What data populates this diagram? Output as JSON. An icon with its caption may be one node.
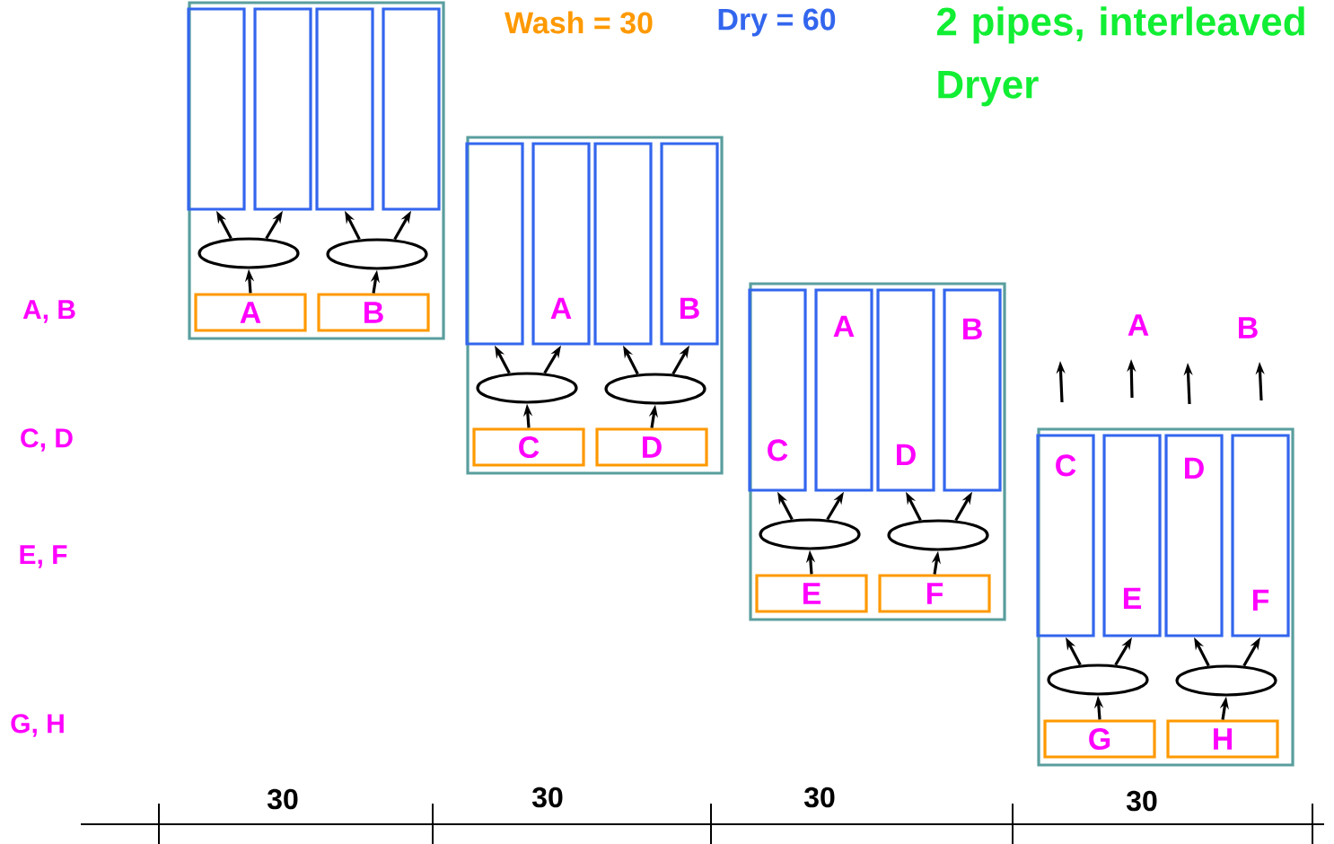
{
  "diagram": {
    "nodes": [
      {
        "text": [],
        "shape": "box"
      },
      {
        "text": [],
        "shape": "box",
        "in": 0
      },
      {
        "text": [],
        "shape": "box",
        "in": 0
      },
      {
        "text": [],
        "shape": "box",
        "in": 0
      },
      {
        "text": [],
        "shape": "box",
        "in": 0
      },
      {
        "text": [],
        "shape": "ellipse",
        "in": 0
      },
      {
        "text": [],
        "shape": "ellipse",
        "in": 0
      },
      {
        "text": [
          "A"
        ],
        "in": 0
      },
      {
        "text": [
          "B"
        ],
        "in": 0
      },
      {
        "text": [],
        "shape": "box"
      },
      {
        "text": [],
        "shape": "box",
        "in": 9
      },
      {
        "text": [
          "A"
        ],
        "in": 9
      },
      {
        "text": [],
        "shape": "box",
        "in": 9
      },
      {
        "text": [
          "B"
        ],
        "in": 9
      },
      {
        "text": [],
        "shape": "ellipse",
        "in": 9
      },
      {
        "text": [],
        "shape": "ellipse",
        "in": 9
      },
      {
        "text": [
          "C"
        ],
        "in": 9
      },
      {
        "text": [
          "D"
        ],
        "in": 9
      },
      {
        "text": [],
        "shape": "box"
      },
      {
        "text": [
          "C"
        ],
        "in": 18
      },
      {
        "text": [
          "A"
        ],
        "in": 18
      },
      {
        "text": [
          "D"
        ],
        "in": 18
      },
      {
        "text": [
          "B"
        ],
        "in": 18
      },
      {
        "text": [],
        "shape": "ellipse",
        "in": 18
      },
      {
        "text": [],
        "shape": "ellipse",
        "in": 18
      },
      {
        "text": [
          "E"
        ],
        "in": 18
      },
      {
        "text": [
          "F"
        ],
        "in": 18
      },
      {
        "text": [],
        "shape": "box"
      },
      {
        "text": [
          "C"
        ],
        "in": 27
      },
      {
        "text": [
          "E"
        ],
        "in": 27
      },
      {
        "text": [
          "D"
        ],
        "in": 27
      },
      {
        "text": [
          "F"
        ],
        "in": 27
      },
      {
        "text": [],
        "shape": "ellipse",
        "in": 27
      },
      {
        "text": [],
        "shape": "ellipse",
        "in": 27
      },
      {
        "text": [
          "G"
        ],
        "in": 27
      },
      {
        "text": [
          "H"
        ],
        "in": 27
      }
    ],
    "edges": [
      {
        "from": 7,
        "to": 5,
        "arrow": "to"
      },
      {
        "from": 5,
        "to": 1,
        "arrow": "to"
      },
      {
        "from": 5,
        "to": 2,
        "arrow": "to"
      },
      {
        "from": 8,
        "to": 6,
        "arrow": "to"
      },
      {
        "from": 6,
        "to": 3,
        "arrow": "to"
      },
      {
        "from": 6,
        "to": 4,
        "arrow": "to"
      },
      {
        "from": 16,
        "to": 14,
        "arrow": "to"
      },
      {
        "from": 14,
        "to": 10,
        "arrow": "to"
      },
      {
        "from": 14,
        "to": 11,
        "arrow": "to"
      },
      {
        "from": 17,
        "to": 15,
        "arrow": "to"
      },
      {
        "from": 15,
        "to": 12,
        "arrow": "to"
      },
      {
        "from": 15,
        "to": 13,
        "arrow": "to"
      },
      {
        "from": 25,
        "to": 23,
        "arrow": "to"
      },
      {
        "from": 23,
        "to": 19,
        "arrow": "to"
      },
      {
        "from": 23,
        "to": 20,
        "arrow": "to"
      },
      {
        "from": 26,
        "to": 24,
        "arrow": "to"
      },
      {
        "from": 24,
        "to": 21,
        "arrow": "to"
      },
      {
        "from": 24,
        "to": 22,
        "arrow": "to"
      },
      {
        "from": 34,
        "to": 32,
        "arrow": "to"
      },
      {
        "from": 32,
        "to": 28,
        "arrow": "to"
      },
      {
        "from": 32,
        "to": 29,
        "arrow": "to"
      },
      {
        "from": 35,
        "to": 33,
        "arrow": "to"
      },
      {
        "from": 33,
        "to": 30,
        "arrow": "to"
      },
      {
        "from": 33,
        "to": 31,
        "arrow": "to"
      }
    ],
    "labels": [
      "Wash = 30",
      "Dry = 60",
      "2 pipes, interleaved Dryer",
      "A, B",
      "A",
      "B",
      "C, D",
      "E, F",
      "G, H",
      "30",
      "30",
      "30",
      "30"
    ]
  }
}
